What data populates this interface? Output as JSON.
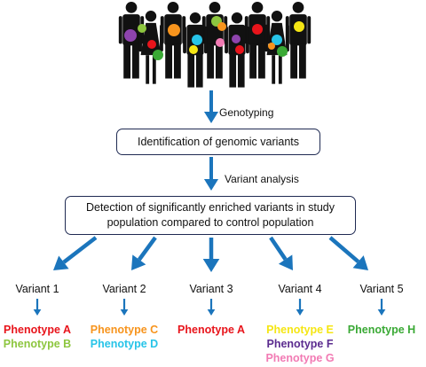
{
  "steps": {
    "genotyping": "Genotyping",
    "variant_analysis": "Variant analysis"
  },
  "boxes": {
    "identification": "Identification of genomic variants",
    "detection_line1": "Detection of significantly enriched variants in study",
    "detection_line2": "population compared to control population"
  },
  "variants": [
    {
      "label": "Variant 1",
      "phenotypes": [
        {
          "text": "Phenotype A",
          "color": "#e8141b"
        },
        {
          "text": "Phenotype B",
          "color": "#8dc63f"
        }
      ]
    },
    {
      "label": "Variant 2",
      "phenotypes": [
        {
          "text": "Phenotype C",
          "color": "#f7941d"
        },
        {
          "text": "Phenotype D",
          "color": "#27c4e8"
        }
      ]
    },
    {
      "label": "Variant 3",
      "phenotypes": [
        {
          "text": "Phenotype A",
          "color": "#e8141b"
        }
      ]
    },
    {
      "label": "Variant 4",
      "phenotypes": [
        {
          "text": "Phenotype E",
          "color": "#f5e614"
        },
        {
          "text": "Phenotype F",
          "color": "#5b2c8f"
        },
        {
          "text": "Phenotype G",
          "color": "#f27bb4"
        }
      ]
    },
    {
      "label": "Variant 5",
      "phenotypes": [
        {
          "text": "Phenotype H",
          "color": "#3aa935"
        }
      ]
    }
  ],
  "colors": {
    "arrow": "#1b75bc",
    "silhouette": "#111111",
    "box_border": "#1f2a52"
  }
}
